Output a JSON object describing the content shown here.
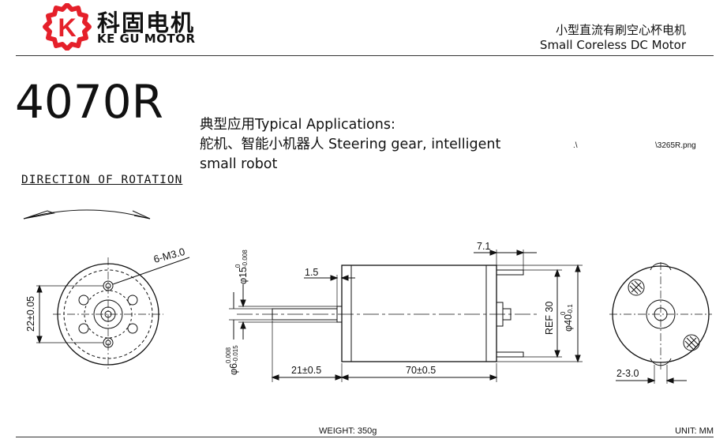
{
  "brand": {
    "name_cn": "科固电机",
    "name_en": "KE GU MOTOR",
    "logo_letter": "K",
    "logo_color": "#e5202a"
  },
  "header": {
    "title_cn": "小型直流有刷空心杯电机",
    "title_en": "Small Coreless DC Motor"
  },
  "model": "4070R",
  "applications": {
    "line1": "典型应用Typical Applications:",
    "line2": "舵机、智能小机器人 Steering gear, intelligent",
    "line3": "small robot"
  },
  "path_note": {
    "part1": ".\\",
    "part2": "\\3265R.png"
  },
  "rotation_label": "DIRECTION OF ROTATION",
  "dimensions": {
    "holes": "6-M3.0",
    "pcd": "22±0.05",
    "shaft_len": "21±0.5",
    "body_len": "70±0.5",
    "boss_len": "1.5",
    "terminal_len": "7.1",
    "terminal_ref": "REF 30",
    "boss_dia": "φ15",
    "boss_tol_upper": "0",
    "boss_tol_lower": "-0.008",
    "shaft_dia": "φ6",
    "shaft_tol_upper": "0.008",
    "shaft_tol_lower": "-0.015",
    "body_dia": "φ40",
    "body_tol_upper": "0",
    "body_tol_lower": "-0.1",
    "rear_holes": "2-3.0"
  },
  "footer": {
    "weight": "WEIGHT: 350g",
    "unit": "UNIT: MM"
  }
}
